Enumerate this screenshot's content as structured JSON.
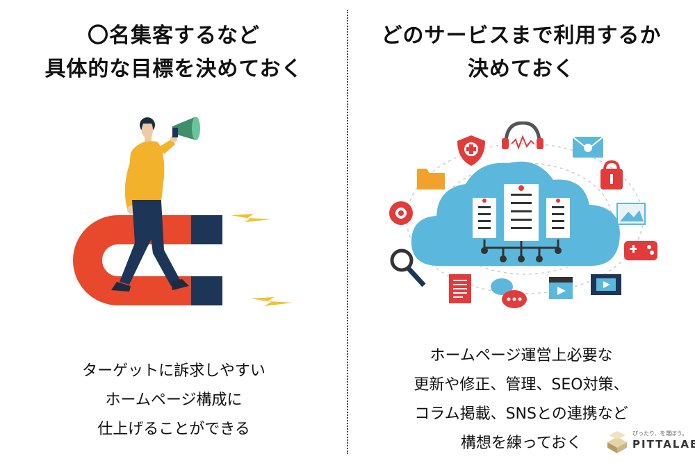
{
  "left": {
    "heading": [
      "〇名集客するなど",
      "具体的な目標を決めておく"
    ],
    "caption": [
      "ターゲットに訴求しやすい",
      "ホームページ構成に",
      "仕上げることができる"
    ]
  },
  "right": {
    "heading": [
      "どのサービスまで利用するか",
      "決めておく"
    ],
    "caption": [
      "ホームページ運営上必要な",
      "更新や修正、管理、SEO対策、",
      "コラム掲載、SNSとの連携など",
      "構想を練っておく"
    ]
  },
  "logo": {
    "tagline": "ぴったり、を選ぼう。",
    "wordmark": "PITTALAB"
  },
  "colors": {
    "magnet_red": "#e8482b",
    "magnet_navy": "#1d3556",
    "shirt_yellow": "#f2b22c",
    "spark_yellow": "#f2c12e",
    "megaphone_green": "#3e8f6a",
    "cloud_blue": "#5bb8dc",
    "icon_red": "#e23b3b"
  },
  "icons": [
    "magnet-icon",
    "person-with-megaphone",
    "cloud-server-icon",
    "headphones-icon",
    "shield-plus-icon",
    "mail-icon",
    "folder-icon",
    "lock-icon",
    "gear-icon",
    "image-icon",
    "magnifier-icon",
    "game-controller-icon",
    "document-icon",
    "chat-icon",
    "video-icon",
    "film-icon"
  ]
}
